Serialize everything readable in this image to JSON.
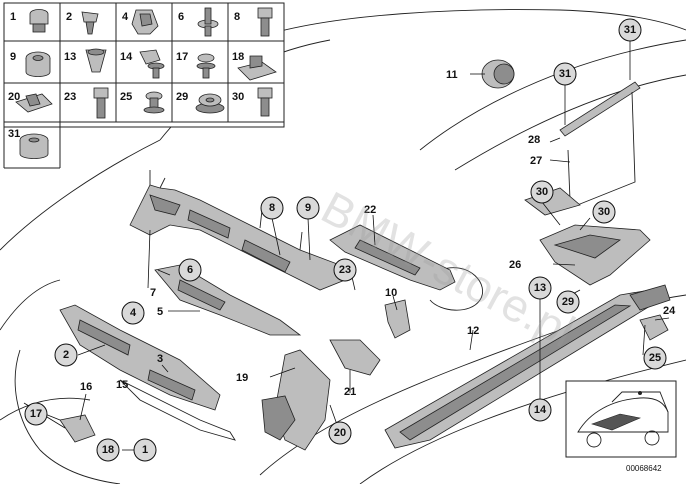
{
  "parts_grid": [
    {
      "n": "1"
    },
    {
      "n": "2"
    },
    {
      "n": "4"
    },
    {
      "n": "6"
    },
    {
      "n": "8"
    },
    {
      "n": "9"
    },
    {
      "n": "13"
    },
    {
      "n": "14"
    },
    {
      "n": "17"
    },
    {
      "n": "18"
    },
    {
      "n": "20"
    },
    {
      "n": "23"
    },
    {
      "n": "25"
    },
    {
      "n": "29"
    },
    {
      "n": "30"
    },
    {
      "n": "31"
    }
  ],
  "callouts": {
    "c1": "1",
    "c2": "2",
    "c3": "3",
    "c4": "4",
    "c5": "5",
    "c6": "6",
    "c7": "7",
    "c8": "8",
    "c9": "9",
    "c10": "10",
    "c11": "11",
    "c12": "12",
    "c13": "13",
    "c14": "14",
    "c15": "15",
    "c16": "16",
    "c17": "17",
    "c18": "18",
    "c19": "19",
    "c20": "20",
    "c21": "21",
    "c22": "22",
    "c23": "23",
    "c24": "24",
    "c25": "25",
    "c26": "26",
    "c27": "27",
    "c28": "28",
    "c29": "29",
    "c30a": "30",
    "c30b": "30",
    "c31a": "31",
    "c31b": "31"
  },
  "watermark": "BMW-store.pl",
  "reference_number": "00068642"
}
